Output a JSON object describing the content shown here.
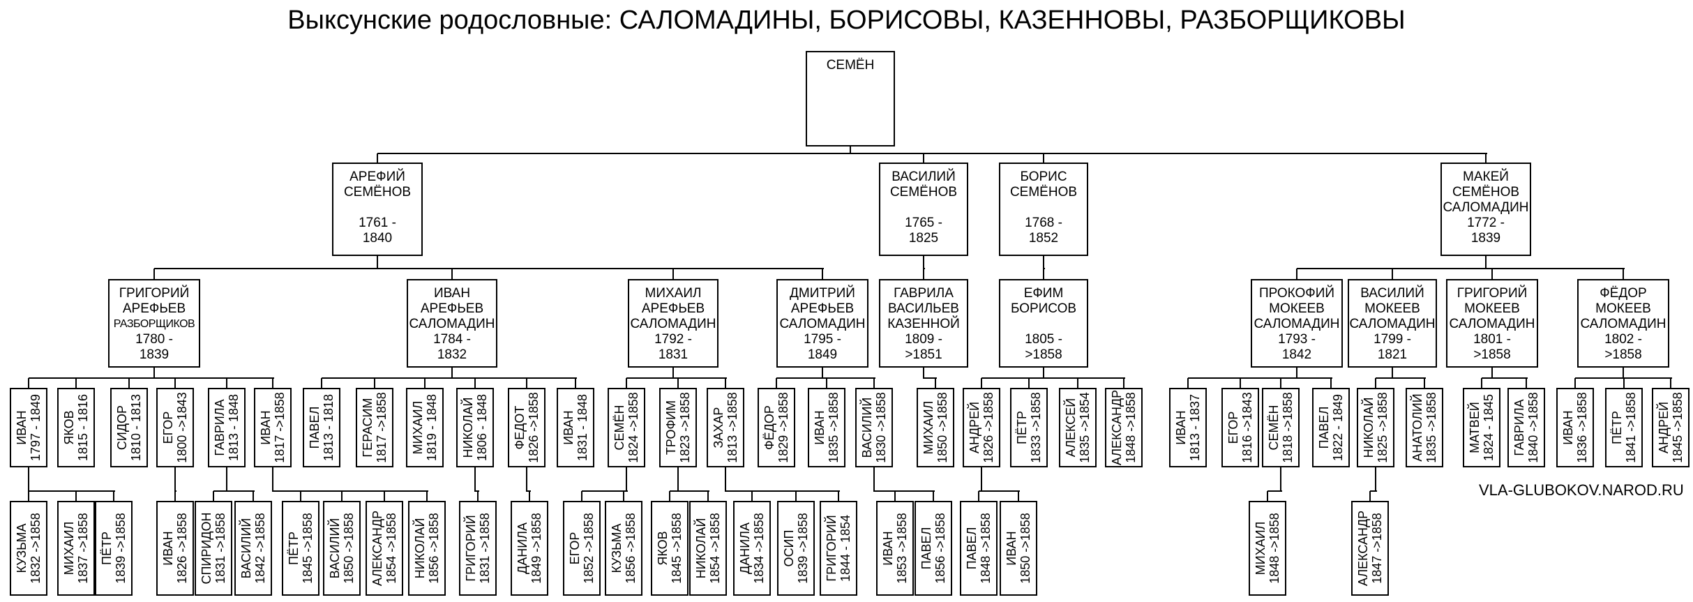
{
  "title": "Выксунские родословные: САЛОМАДИНЫ, БОРИСОВЫ, КАЗЕННОВЫ, РАЗБОРЩИКОВЫ",
  "site": "VLA-GLUBOKOV.NAROD.RU",
  "root": {
    "id": "semen",
    "lines": [
      "СЕМЁН"
    ]
  },
  "generation1": [
    {
      "id": "arefiy",
      "lines": [
        "АРЕФИЙ",
        "СЕМЁНОВ",
        "",
        "1761 -",
        "1840"
      ]
    },
    {
      "id": "vasiliy",
      "lines": [
        "ВАСИЛИЙ",
        "СЕМЁНОВ",
        "",
        "1765 -",
        "1825"
      ]
    },
    {
      "id": "boris",
      "lines": [
        "БОРИС",
        "СЕМЁНОВ",
        "",
        "1768 -",
        "1852"
      ]
    },
    {
      "id": "makey",
      "lines": [
        "МАКЕЙ",
        "СЕМЁНОВ",
        "САЛОМАДИН",
        "1772 -",
        "1839"
      ]
    }
  ],
  "generation2": [
    {
      "id": "grigoriy_a",
      "lines": [
        "ГРИГОРИЙ",
        "АРЕФЬЕВ",
        "РАЗБОРЩИКОВ",
        "1780 -",
        "1839"
      ]
    },
    {
      "id": "ivan_a",
      "lines": [
        "ИВАН",
        "АРЕФЬЕВ",
        "САЛОМАДИН",
        "1784 -",
        "1832"
      ]
    },
    {
      "id": "mikhail_a",
      "lines": [
        "МИХАИЛ",
        "АРЕФЬЕВ",
        "САЛОМАДИН",
        "1792 -",
        "1831"
      ]
    },
    {
      "id": "dmitriy_a",
      "lines": [
        "ДМИТРИЙ",
        "АРЕФЬЕВ",
        "САЛОМАДИН",
        "1795 -",
        "1849"
      ]
    },
    {
      "id": "gavrila_v",
      "lines": [
        "ГАВРИЛА",
        "ВАСИЛЬЕВ",
        "КАЗЕННОЙ",
        "1809 -",
        ">1851"
      ]
    },
    {
      "id": "efim_b",
      "lines": [
        "ЕФИМ",
        "БОРИСОВ",
        "",
        "1805 -",
        ">1858"
      ]
    },
    {
      "id": "prokofiy_m",
      "lines": [
        "ПРОКОФИЙ",
        "МОКЕЕВ",
        "САЛОМАДИН",
        "1793 -",
        "1842"
      ]
    },
    {
      "id": "vasiliy_m",
      "lines": [
        "ВАСИЛИЙ",
        "МОКЕЕВ",
        "САЛОМАДИН",
        "1799 -",
        "1821"
      ]
    },
    {
      "id": "grigoriy_m",
      "lines": [
        "ГРИГОРИЙ",
        "МОКЕЕВ",
        "САЛОМАДИН",
        "1801 -",
        ">1858"
      ]
    },
    {
      "id": "fedor_m",
      "lines": [
        "ФЁДОР",
        "МОКЕЕВ",
        "САЛОМАДИН",
        "1802 -",
        ">1858"
      ]
    }
  ],
  "generation3": [
    {
      "id": "ivan_g",
      "name": "ИВАН",
      "years": "1797 - 1849"
    },
    {
      "id": "yakov_g",
      "name": "ЯКОВ",
      "years": "1815 - 1816"
    },
    {
      "id": "sidor_g",
      "name": "СИДОР",
      "years": "1810 - 1813"
    },
    {
      "id": "egor_g",
      "name": "ЕГОР",
      "years": "1800 ->1843"
    },
    {
      "id": "gavrila_g",
      "name": "ГАВРИЛА",
      "years": "1813 - 1848"
    },
    {
      "id": "ivan2_g",
      "name": "ИВАН",
      "years": "1817 ->1858"
    },
    {
      "id": "pavel_i",
      "name": "ПАВЕЛ",
      "years": "1813 - 1818"
    },
    {
      "id": "gerasim_i",
      "name": "ГЕРАСИМ",
      "years": "1817 ->1858"
    },
    {
      "id": "mikhail_i",
      "name": "МИХАИЛ",
      "years": "1819 - 1848"
    },
    {
      "id": "nikolay_i",
      "name": "НИКОЛАЙ",
      "years": "1806 - 1848"
    },
    {
      "id": "fedot_i",
      "name": "ФЕДОТ",
      "years": "1826 ->1858"
    },
    {
      "id": "ivan_i",
      "name": "ИВАН",
      "years": "1831 - 1848"
    },
    {
      "id": "semen_m",
      "name": "СЕМЁН",
      "years": "1824 ->1858"
    },
    {
      "id": "trofim_m",
      "name": "ТРОФИМ",
      "years": "1823 ->1858"
    },
    {
      "id": "zakhar_m",
      "name": "ЗАХАР",
      "years": "1813 ->1858"
    },
    {
      "id": "fedor_d",
      "name": "ФЁДОР",
      "years": "1829 ->1858"
    },
    {
      "id": "ivan_d",
      "name": "ИВАН",
      "years": "1835 ->1858"
    },
    {
      "id": "vasiliy_d",
      "name": "ВАСИЛИЙ",
      "years": "1830 ->1858"
    },
    {
      "id": "mikhail_gv",
      "name": "МИХАИЛ",
      "years": "1850 ->1858"
    },
    {
      "id": "andrey_e",
      "name": "АНДРЕЙ",
      "years": "1826 ->1858"
    },
    {
      "id": "petr_e",
      "name": "ПЁТР",
      "years": "1833 ->1858"
    },
    {
      "id": "aleksey_e",
      "name": "АЛЕКСЕЙ",
      "years": "1835 ->1854"
    },
    {
      "id": "aleksandr_e",
      "name": "АЛЕКСАНДР",
      "years": "1848 ->1858"
    },
    {
      "id": "ivan_p",
      "name": "ИВАН",
      "years": "1813 - 1837"
    },
    {
      "id": "egor_p",
      "name": "ЕГОР",
      "years": "1816 ->1843"
    },
    {
      "id": "semen_p",
      "name": "СЕМЁН",
      "years": "1818 ->1858"
    },
    {
      "id": "pavel_p",
      "name": "ПАВЕЛ",
      "years": "1822 - 1849"
    },
    {
      "id": "nikolay_v",
      "name": "НИКОЛАЙ",
      "years": "1825 ->1858"
    },
    {
      "id": "anatoliy_v",
      "name": "АНАТОЛИЙ",
      "years": "1835 ->1858"
    },
    {
      "id": "matvey_g",
      "name": "МАТВЕЙ",
      "years": "1824 - 1845"
    },
    {
      "id": "gavrila_gm",
      "name": "ГАВРИЛА",
      "years": "1840 ->1858"
    },
    {
      "id": "ivan_f",
      "name": "ИВАН",
      "years": "1836 ->1858"
    },
    {
      "id": "petr_f",
      "name": "ПЁТР",
      "years": "1841 ->1858"
    },
    {
      "id": "andrey_f",
      "name": "АНДРЕЙ",
      "years": "1845 ->1858"
    }
  ],
  "generation4": [
    {
      "id": "kuzma",
      "name": "КУЗЬМА",
      "years": "1832 ->1858"
    },
    {
      "id": "mikhail4",
      "name": "МИХАИЛ",
      "years": "1837 ->1858"
    },
    {
      "id": "petr4",
      "name": "ПЁТР",
      "years": "1839 ->1858"
    },
    {
      "id": "ivan4e",
      "name": "ИВАН",
      "years": "1826 ->1858"
    },
    {
      "id": "spiridon",
      "name": "СПИРИДОН",
      "years": "1831 ->1858"
    },
    {
      "id": "vasiliy4g",
      "name": "ВАСИЛИЙ",
      "years": "1842 ->1858"
    },
    {
      "id": "petr4i",
      "name": "ПЁТР",
      "years": "1845 ->1858"
    },
    {
      "id": "vasiliy4i",
      "name": "ВАСИЛИЙ",
      "years": "1850 ->1858"
    },
    {
      "id": "aleksandr4i",
      "name": "АЛЕКСАНДР",
      "years": "1854 ->1858"
    },
    {
      "id": "nikolay4i",
      "name": "НИКОЛАЙ",
      "years": "1856 ->1858"
    },
    {
      "id": "grigoriy4",
      "name": "ГРИГОРИЙ",
      "years": "1831 ->1858"
    },
    {
      "id": "danila4f",
      "name": "ДАНИЛА",
      "years": "1849 ->1858"
    },
    {
      "id": "egor4s",
      "name": "ЕГОР",
      "years": "1852 ->1858"
    },
    {
      "id": "kuzma4s",
      "name": "КУЗЬМА",
      "years": "1856 ->1858"
    },
    {
      "id": "yakov4t",
      "name": "ЯКОВ",
      "years": "1845 ->1858"
    },
    {
      "id": "nikolay4t",
      "name": "НИКОЛАЙ",
      "years": "1854 ->1858"
    },
    {
      "id": "danila4z",
      "name": "ДАНИЛА",
      "years": "1834 ->1858"
    },
    {
      "id": "osip4z",
      "name": "ОСИП",
      "years": "1839 ->1858"
    },
    {
      "id": "grigoriy4z",
      "name": "ГРИГОРИЙ",
      "years": "1844 - 1854"
    },
    {
      "id": "ivan4v",
      "name": "ИВАН",
      "years": "1853 ->1858"
    },
    {
      "id": "pavel4v",
      "name": "ПАВЕЛ",
      "years": "1856 ->1858"
    },
    {
      "id": "pavel4a",
      "name": "ПАВЕЛ",
      "years": "1848 ->1858"
    },
    {
      "id": "ivan4a",
      "name": "ИВАН",
      "years": "1850 ->1858"
    },
    {
      "id": "mikhail4s",
      "name": "МИХАИЛ",
      "years": "1848 ->1858"
    },
    {
      "id": "aleksandr4n",
      "name": "АЛЕКСАНДР",
      "years": "1847 ->1858"
    }
  ]
}
